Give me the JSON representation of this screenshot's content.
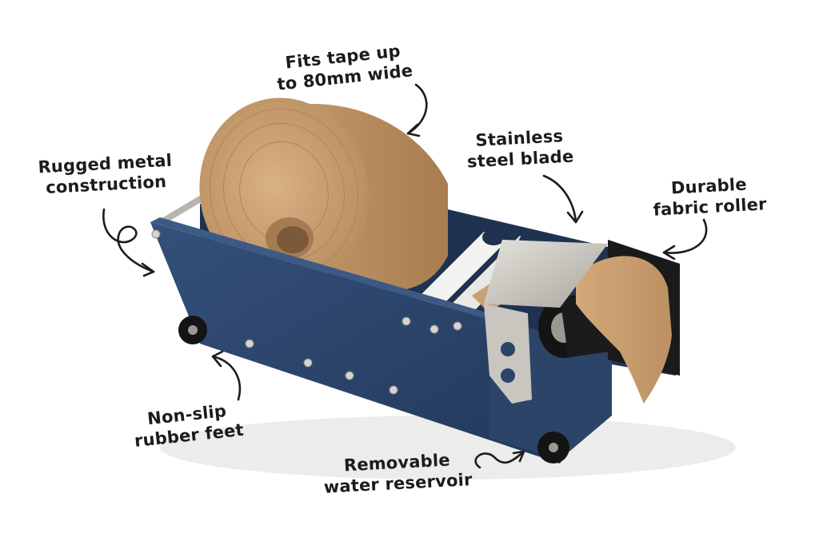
{
  "annotations": {
    "fits_tape": {
      "line1": "Fits tape up",
      "line2": "to 80mm wide"
    },
    "stainless_blade": {
      "line1": "Stainless",
      "line2": "steel blade"
    },
    "rugged_metal": {
      "line1": "Rugged metal",
      "line2": "construction"
    },
    "durable_roller": {
      "line1": "Durable",
      "line2": "fabric roller"
    },
    "nonslip_feet": {
      "line1": "Non-slip",
      "line2": "rubber feet"
    },
    "water_reservoir": {
      "line1": "Removable",
      "line2": "water reservoir"
    }
  },
  "colors": {
    "body_navy": "#2c4468",
    "body_dark": "#1f324f",
    "kraft_tape": "#c9a074",
    "steel": "#c8c6bf",
    "feet": "#1a1a1a",
    "roller_white": "#f2f2f0",
    "ink": "#1c1c1c"
  }
}
